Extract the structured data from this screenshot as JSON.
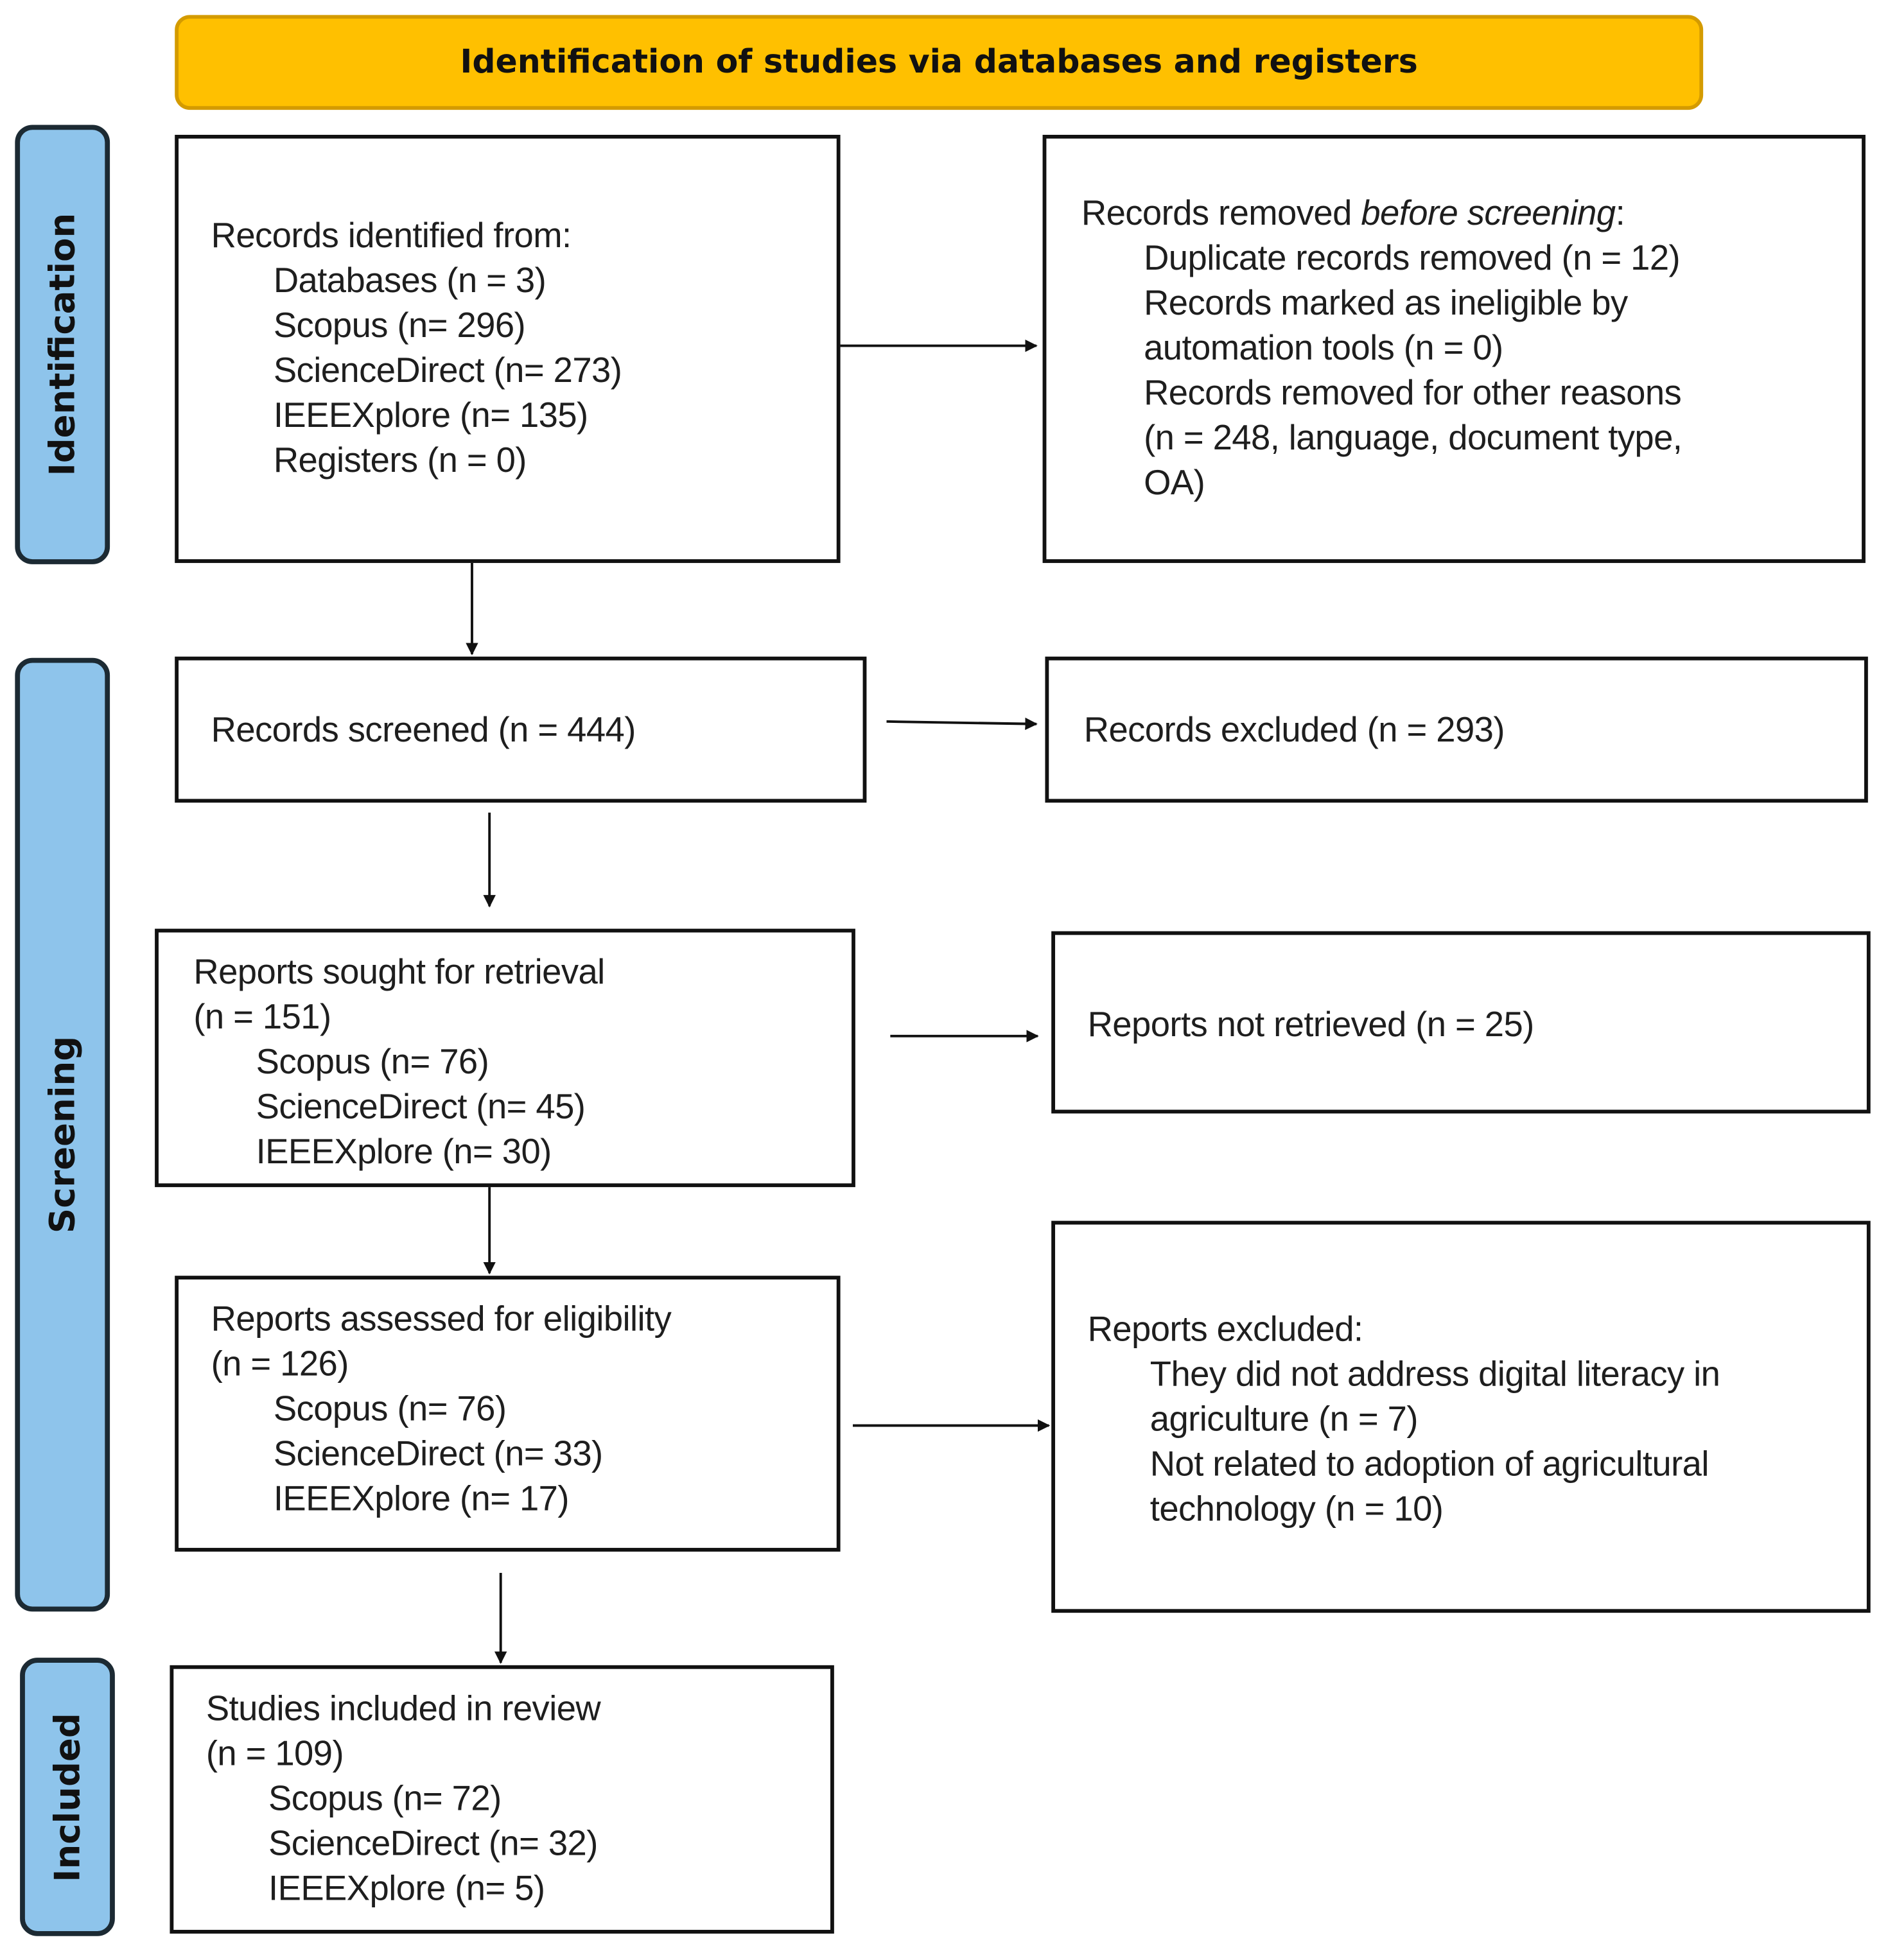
{
  "header": {
    "title": "Identification of studies via databases and registers"
  },
  "phases": [
    "Identification",
    "Screening",
    "Included"
  ],
  "colors": {
    "header": "#FFC000",
    "phase": "#8EC4EB"
  },
  "identified": {
    "title": "Records identified from:",
    "items": [
      "Databases (n = 3)",
      "Scopus (n= 296)",
      "ScienceDirect (n= 273)",
      "IEEEXplore (n= 135)",
      "Registers (n = 0)"
    ]
  },
  "removed": {
    "title_plain": "Records removed ",
    "title_italic": "before screening",
    "title_end": ":",
    "items": [
      "Duplicate records removed (n = 12)",
      "Records marked as ineligible by",
      "automation tools (n = 0)",
      "Records removed for other reasons",
      "(n = 248, language, document type,",
      "OA)"
    ]
  },
  "screened": {
    "title": "Records screened (n = 444)"
  },
  "excluded": {
    "title": "Records excluded (n = 293)"
  },
  "sought": {
    "title": "Reports sought for retrieval",
    "count": "(n = 151)",
    "items": [
      "Scopus (n= 76)",
      "ScienceDirect (n= 45)",
      "IEEEXplore (n= 30)"
    ]
  },
  "not_retrieved": {
    "title": "Reports not retrieved (n = 25)"
  },
  "assessed": {
    "title": "Reports assessed for eligibility",
    "count": "(n = 126)",
    "items": [
      "Scopus (n= 76)",
      "ScienceDirect (n= 33)",
      "IEEEXplore (n= 17)"
    ]
  },
  "reports_excluded": {
    "title": "Reports excluded:",
    "items": [
      "They did not address digital literacy in",
      "agriculture (n = 7)",
      "Not related to adoption of agricultural",
      "technology (n = 10)"
    ]
  },
  "included": {
    "title": "Studies included in review",
    "count": "(n = 109)",
    "items": [
      "Scopus (n= 72)",
      "ScienceDirect (n= 32)",
      "IEEEXplore (n= 5)"
    ]
  }
}
